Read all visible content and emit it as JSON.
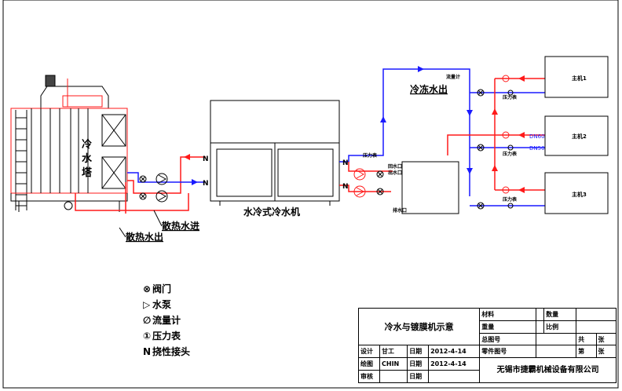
{
  "cooling_tower": {
    "label_1": "冷",
    "label_2": "水",
    "label_3": "塔"
  },
  "chiller": {
    "label": "水冷式冷水机"
  },
  "lines": {
    "heat_in": "散热水进",
    "heat_out": "散热水出",
    "chilled_out": "冷冻水出"
  },
  "connectors": {
    "n": "N"
  },
  "small_labels": {
    "return_port": "回水口",
    "supply_port": "出水口",
    "drain_port": "排水口",
    "flow_meter": "流量计",
    "pressure_gauge": "压力表",
    "dn60": "DN60",
    "dn50": "DN50"
  },
  "hosts": [
    "主机1",
    "主机2",
    "主机3"
  ],
  "legend": [
    {
      "symbol": "⊗",
      "text": "阀门"
    },
    {
      "symbol": "▷",
      "text": "水泵"
    },
    {
      "symbol": "∅",
      "text": "流量计"
    },
    {
      "symbol": "①",
      "text": "压力表"
    },
    {
      "symbol": "N",
      "text": "挠性接头"
    }
  ],
  "title_block": {
    "title": "冷水与镀膜机示意",
    "material": "材料",
    "quantity": "数量",
    "weight": "重量",
    "scale": "比例",
    "drawing_no": "总图号",
    "part_no": "零件图号",
    "total": "共",
    "sheet": "张",
    "page": "第",
    "design": "设计",
    "designer": "甘工",
    "date_label": "日期",
    "date": "2012-4-14",
    "drawing": "绘图",
    "drawer": "CHIN",
    "review": "审核",
    "company": "无锡市捷霸机械设备有限公司"
  },
  "colors": {
    "supply": "#1a1aff",
    "return": "#ff1a1a",
    "structure": "#000000"
  }
}
